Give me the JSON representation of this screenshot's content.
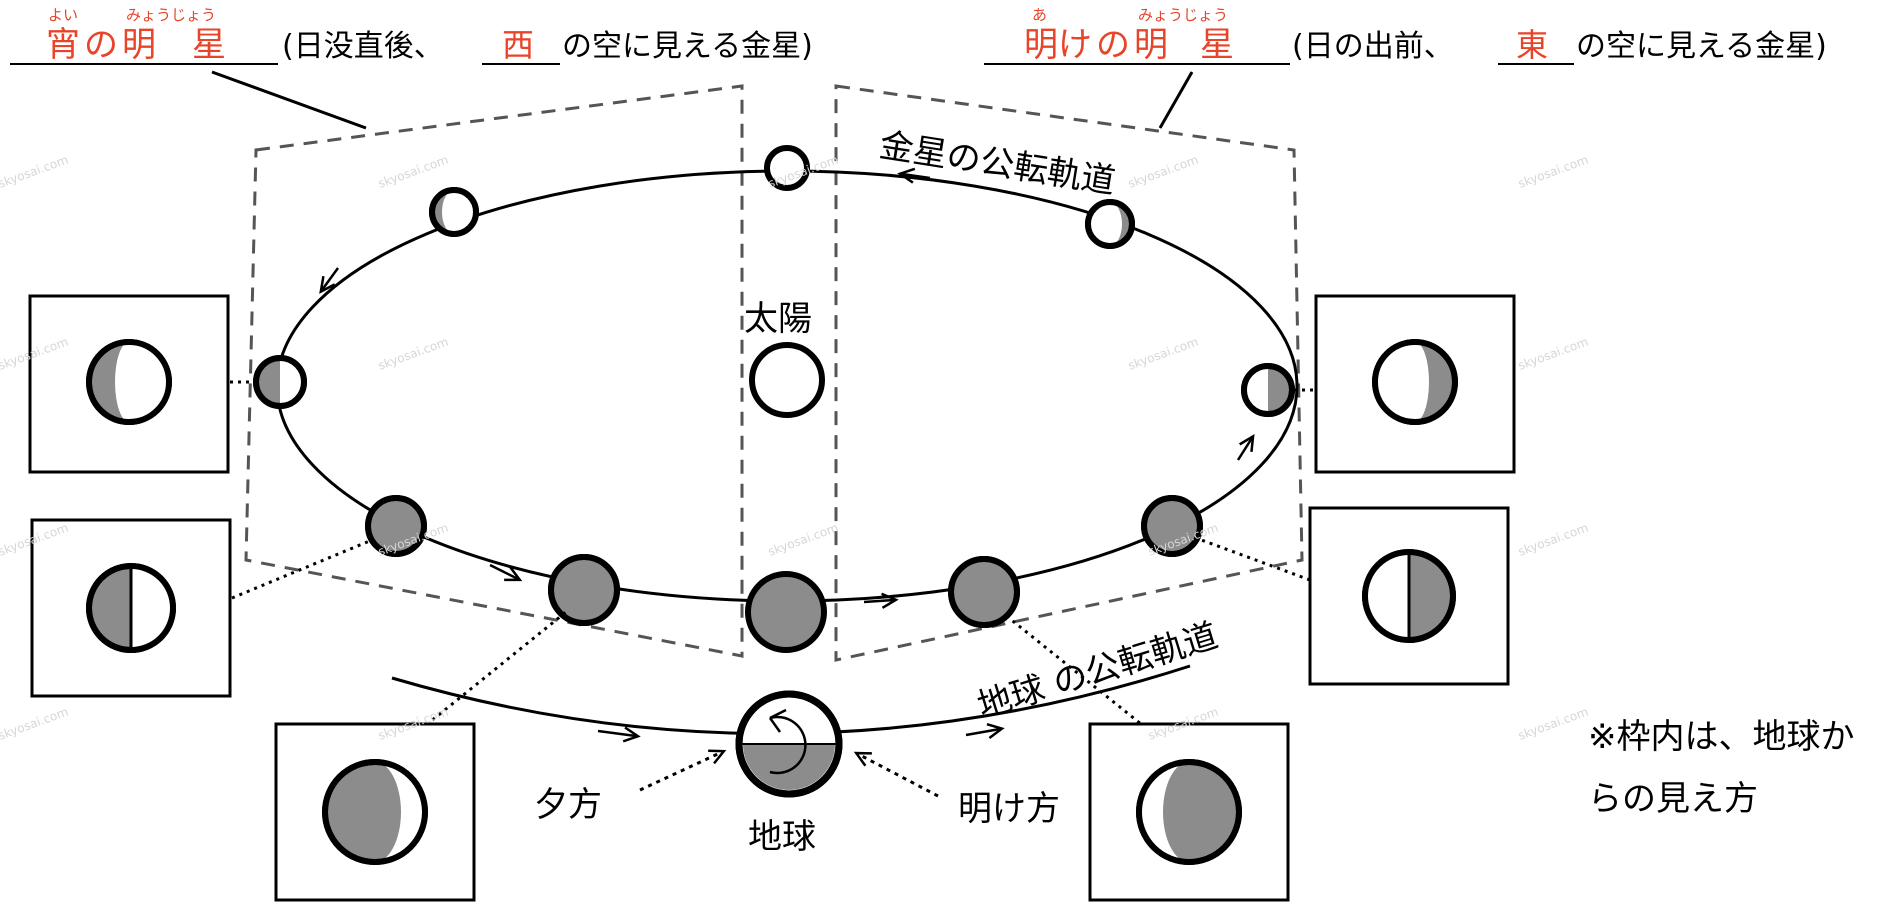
{
  "header": {
    "evening": {
      "answer": "宵の明星",
      "answer_main_1": "宵",
      "answer_main_2": "の",
      "answer_main_3": "明",
      "answer_main_4": "星",
      "furigana_1": "よい",
      "furigana_2": "みょうじょう",
      "description_open": "(日没直後、",
      "direction": "西",
      "description_close": "の空に見える金星)"
    },
    "morning": {
      "answer": "明けの明星",
      "answer_main_1": "明け",
      "answer_main_2": "の",
      "answer_main_3": "明",
      "answer_main_4": "星",
      "furigana_1": "あ",
      "furigana_2": "みょうじょう",
      "description_open": "(日の出前、",
      "direction": "東",
      "description_close": "の空に見える金星)"
    }
  },
  "labels": {
    "venus_orbit": "金星の公転軌道",
    "sun": "太陽",
    "earth_orbit": "地球 の公転軌道",
    "earth": "地球",
    "evening": "夕方",
    "dawn": "明け方",
    "note_line1": "※枠内は、地球か",
    "note_line2": "らの見え方"
  },
  "watermark": "skyosai.com",
  "colors": {
    "answer_red": "#e8442a",
    "shadow_gray": "#8c8c8c",
    "dash_gray": "#555555",
    "ink": "#000000"
  },
  "phase_boxes": [
    {
      "name": "left-upper",
      "shape": "half-moon-lit-right-narrow"
    },
    {
      "name": "left-middle",
      "shape": "half-moon-lit-right"
    },
    {
      "name": "bottom-left",
      "shape": "thin-crescent-right"
    },
    {
      "name": "bottom-right",
      "shape": "thin-crescent-left"
    },
    {
      "name": "right-middle",
      "shape": "half-moon-lit-left"
    },
    {
      "name": "right-upper",
      "shape": "gibbous-lit-left"
    }
  ]
}
